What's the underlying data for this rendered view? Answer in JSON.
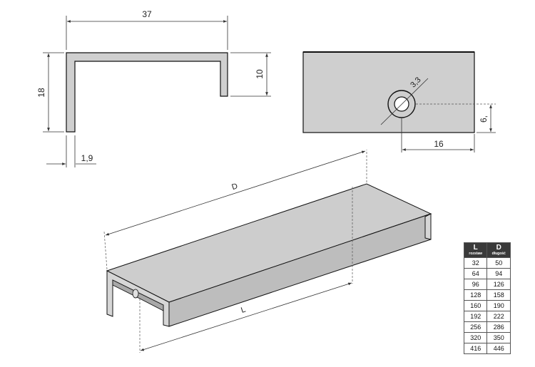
{
  "profile_view": {
    "width_label": "37",
    "height_label": "18",
    "inner_height_label": "10",
    "thickness_label": "1,9"
  },
  "side_view": {
    "hole_label": "3,3",
    "hole_offset_label": "16",
    "hole_height_label": "6,"
  },
  "iso_view": {
    "length_d_label": "D",
    "length_l_label": "L"
  },
  "size_table": {
    "headers": [
      {
        "label": "L",
        "sub": "rozstaw"
      },
      {
        "label": "D",
        "sub": "długość"
      }
    ],
    "rows": [
      [
        "32",
        "50"
      ],
      [
        "64",
        "94"
      ],
      [
        "96",
        "126"
      ],
      [
        "128",
        "158"
      ],
      [
        "160",
        "190"
      ],
      [
        "192",
        "222"
      ],
      [
        "256",
        "286"
      ],
      [
        "320",
        "350"
      ],
      [
        "416",
        "446"
      ]
    ]
  },
  "colors": {
    "metal": "#cfcfcf",
    "outline": "#111111",
    "table_header": "#3a3a3a"
  }
}
